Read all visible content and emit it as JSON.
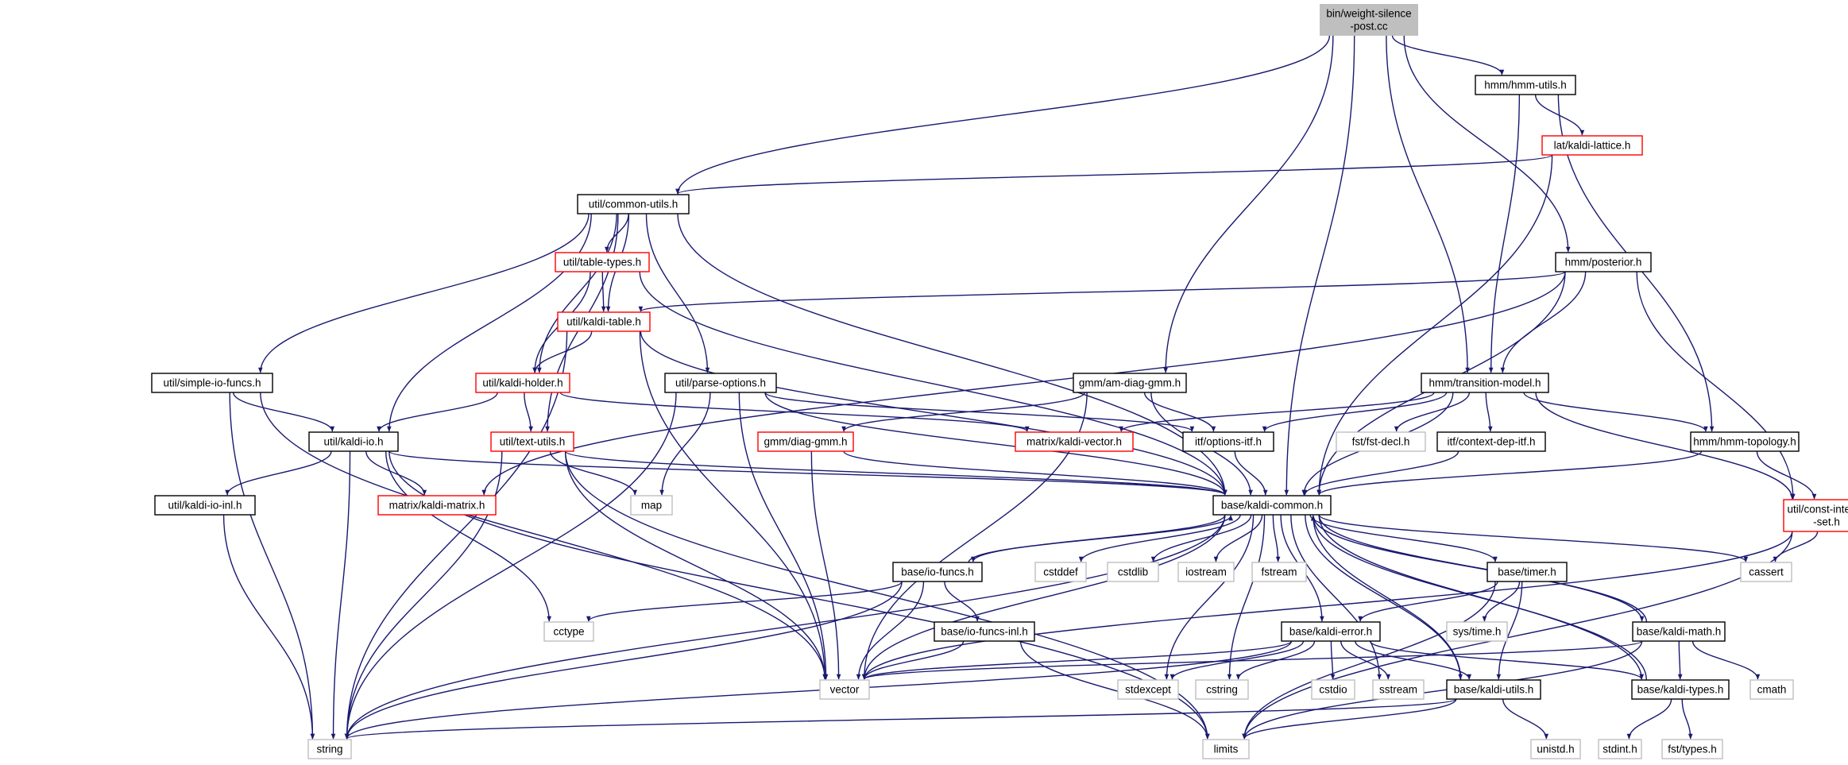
{
  "colors": {
    "edge": "#191970",
    "root_fill": "#bfbfbf",
    "normal_border": "#000000",
    "truncated_border": "#ff0000",
    "external_border": "#bfbfbf"
  },
  "nodes": {
    "n_root": {
      "label": [
        "bin/weight-silence",
        "-post.cc"
      ],
      "kind": "root"
    },
    "n_hmmutils": {
      "label": [
        "hmm/hmm-utils.h"
      ],
      "kind": "normal"
    },
    "n_latlat": {
      "label": [
        "lat/kaldi-lattice.h"
      ],
      "kind": "truncated"
    },
    "n_commonutils": {
      "label": [
        "util/common-utils.h"
      ],
      "kind": "normal"
    },
    "n_posterior": {
      "label": [
        "hmm/posterior.h"
      ],
      "kind": "normal"
    },
    "n_tabletypes": {
      "label": [
        "util/table-types.h"
      ],
      "kind": "truncated"
    },
    "n_kalditable": {
      "label": [
        "util/kaldi-table.h"
      ],
      "kind": "truncated"
    },
    "n_simpleio": {
      "label": [
        "util/simple-io-funcs.h"
      ],
      "kind": "normal"
    },
    "n_kaldiholder": {
      "label": [
        "util/kaldi-holder.h"
      ],
      "kind": "truncated"
    },
    "n_parseopts": {
      "label": [
        "util/parse-options.h"
      ],
      "kind": "normal"
    },
    "n_amdiag": {
      "label": [
        "gmm/am-diag-gmm.h"
      ],
      "kind": "normal"
    },
    "n_transmodel": {
      "label": [
        "hmm/transition-model.h"
      ],
      "kind": "normal"
    },
    "n_kaldiio": {
      "label": [
        "util/kaldi-io.h"
      ],
      "kind": "normal"
    },
    "n_textutils": {
      "label": [
        "util/text-utils.h"
      ],
      "kind": "truncated"
    },
    "n_diaggmm": {
      "label": [
        "gmm/diag-gmm.h"
      ],
      "kind": "truncated"
    },
    "n_kaldivector": {
      "label": [
        "matrix/kaldi-vector.h"
      ],
      "kind": "truncated"
    },
    "n_optionsitf": {
      "label": [
        "itf/options-itf.h"
      ],
      "kind": "normal"
    },
    "n_fstdecl": {
      "label": [
        "fst/fst-decl.h"
      ],
      "kind": "external"
    },
    "n_contextdep": {
      "label": [
        "itf/context-dep-itf.h"
      ],
      "kind": "normal"
    },
    "n_hmmtopo": {
      "label": [
        "hmm/hmm-topology.h"
      ],
      "kind": "normal"
    },
    "n_constint": {
      "label": [
        "util/const-integer",
        "-set.h"
      ],
      "kind": "truncated"
    },
    "n_kaldiioinl": {
      "label": [
        "util/kaldi-io-inl.h"
      ],
      "kind": "normal"
    },
    "n_kaldimatrix": {
      "label": [
        "matrix/kaldi-matrix.h"
      ],
      "kind": "truncated"
    },
    "n_map": {
      "label": [
        "map"
      ],
      "kind": "external"
    },
    "n_basecommon": {
      "label": [
        "base/kaldi-common.h"
      ],
      "kind": "normal"
    },
    "n_cstddef": {
      "label": [
        "cstddef"
      ],
      "kind": "external"
    },
    "n_cstdlib": {
      "label": [
        "cstdlib"
      ],
      "kind": "external"
    },
    "n_iostream": {
      "label": [
        "iostream"
      ],
      "kind": "external"
    },
    "n_fstream": {
      "label": [
        "fstream"
      ],
      "kind": "external"
    },
    "n_cassert": {
      "label": [
        "cassert"
      ],
      "kind": "external"
    },
    "n_iofuncs": {
      "label": [
        "base/io-funcs.h"
      ],
      "kind": "normal"
    },
    "n_timer": {
      "label": [
        "base/timer.h"
      ],
      "kind": "normal"
    },
    "n_cctype": {
      "label": [
        "cctype"
      ],
      "kind": "external"
    },
    "n_systime": {
      "label": [
        "sys/time.h"
      ],
      "kind": "external"
    },
    "n_iofuncsinl": {
      "label": [
        "base/io-funcs-inl.h"
      ],
      "kind": "normal"
    },
    "n_kaldierror": {
      "label": [
        "base/kaldi-error.h"
      ],
      "kind": "normal"
    },
    "n_kaldimath": {
      "label": [
        "base/kaldi-math.h"
      ],
      "kind": "normal"
    },
    "n_vector": {
      "label": [
        "vector"
      ],
      "kind": "external"
    },
    "n_stdexcept": {
      "label": [
        "stdexcept"
      ],
      "kind": "external"
    },
    "n_cstring": {
      "label": [
        "cstring"
      ],
      "kind": "external"
    },
    "n_cstdio": {
      "label": [
        "cstdio"
      ],
      "kind": "external"
    },
    "n_sstream": {
      "label": [
        "sstream"
      ],
      "kind": "external"
    },
    "n_kaldiutils": {
      "label": [
        "base/kaldi-utils.h"
      ],
      "kind": "normal"
    },
    "n_kalditypes": {
      "label": [
        "base/kaldi-types.h"
      ],
      "kind": "normal"
    },
    "n_cmath": {
      "label": [
        "cmath"
      ],
      "kind": "external"
    },
    "n_string": {
      "label": [
        "string"
      ],
      "kind": "external"
    },
    "n_limits": {
      "label": [
        "limits"
      ],
      "kind": "external"
    },
    "n_unistd": {
      "label": [
        "unistd.h"
      ],
      "kind": "external"
    },
    "n_stdint": {
      "label": [
        "stdint.h"
      ],
      "kind": "external"
    },
    "n_fsttypes": {
      "label": [
        "fst/types.h"
      ],
      "kind": "external"
    }
  },
  "edges": [
    [
      "n_root",
      "n_commonutils"
    ],
    [
      "n_root",
      "n_hmmutils"
    ],
    [
      "n_root",
      "n_posterior"
    ],
    [
      "n_root",
      "n_amdiag"
    ],
    [
      "n_root",
      "n_transmodel"
    ],
    [
      "n_root",
      "n_basecommon"
    ],
    [
      "n_hmmutils",
      "n_latlat"
    ],
    [
      "n_hmmutils",
      "n_transmodel"
    ],
    [
      "n_hmmutils",
      "n_hmmtopo"
    ],
    [
      "n_latlat",
      "n_commonutils"
    ],
    [
      "n_latlat",
      "n_basecommon"
    ],
    [
      "n_commonutils",
      "n_tabletypes"
    ],
    [
      "n_commonutils",
      "n_kalditable"
    ],
    [
      "n_commonutils",
      "n_kaldiholder"
    ],
    [
      "n_commonutils",
      "n_simpleio"
    ],
    [
      "n_commonutils",
      "n_kaldiio"
    ],
    [
      "n_commonutils",
      "n_textutils"
    ],
    [
      "n_commonutils",
      "n_parseopts"
    ],
    [
      "n_commonutils",
      "n_basecommon"
    ],
    [
      "n_posterior",
      "n_kalditable"
    ],
    [
      "n_posterior",
      "n_kaldimatrix"
    ],
    [
      "n_posterior",
      "n_transmodel"
    ],
    [
      "n_posterior",
      "n_basecommon"
    ],
    [
      "n_posterior",
      "n_constint"
    ],
    [
      "n_tabletypes",
      "n_kalditable"
    ],
    [
      "n_tabletypes",
      "n_kaldiholder"
    ],
    [
      "n_tabletypes",
      "n_basecommon"
    ],
    [
      "n_kalditable",
      "n_kaldiholder"
    ],
    [
      "n_kalditable",
      "n_string"
    ],
    [
      "n_kalditable",
      "n_vector"
    ],
    [
      "n_kalditable",
      "n_basecommon"
    ],
    [
      "n_simpleio",
      "n_kaldiio"
    ],
    [
      "n_simpleio",
      "n_string"
    ],
    [
      "n_simpleio",
      "n_vector"
    ],
    [
      "n_kaldiholder",
      "n_kaldiio"
    ],
    [
      "n_kaldiholder",
      "n_textutils"
    ],
    [
      "n_kaldiholder",
      "n_kaldivector"
    ],
    [
      "n_parseopts",
      "n_map"
    ],
    [
      "n_parseopts",
      "n_string"
    ],
    [
      "n_parseopts",
      "n_vector"
    ],
    [
      "n_parseopts",
      "n_optionsitf"
    ],
    [
      "n_parseopts",
      "n_basecommon"
    ],
    [
      "n_amdiag",
      "n_diaggmm"
    ],
    [
      "n_amdiag",
      "n_optionsitf"
    ],
    [
      "n_amdiag",
      "n_basecommon"
    ],
    [
      "n_amdiag",
      "n_vector"
    ],
    [
      "n_transmodel",
      "n_kaldivector"
    ],
    [
      "n_transmodel",
      "n_optionsitf"
    ],
    [
      "n_transmodel",
      "n_fstdecl"
    ],
    [
      "n_transmodel",
      "n_contextdep"
    ],
    [
      "n_transmodel",
      "n_hmmtopo"
    ],
    [
      "n_transmodel",
      "n_basecommon"
    ],
    [
      "n_transmodel",
      "n_constint"
    ],
    [
      "n_kaldiio",
      "n_kaldiioinl"
    ],
    [
      "n_kaldiio",
      "n_kaldimatrix"
    ],
    [
      "n_kaldiio",
      "n_cctype"
    ],
    [
      "n_kaldiio",
      "n_string"
    ],
    [
      "n_kaldiio",
      "n_limits"
    ],
    [
      "n_kaldiio",
      "n_basecommon"
    ],
    [
      "n_textutils",
      "n_map"
    ],
    [
      "n_textutils",
      "n_string"
    ],
    [
      "n_textutils",
      "n_vector"
    ],
    [
      "n_textutils",
      "n_limits"
    ],
    [
      "n_textutils",
      "n_basecommon"
    ],
    [
      "n_diaggmm",
      "n_vector"
    ],
    [
      "n_diaggmm",
      "n_basecommon"
    ],
    [
      "n_optionsitf",
      "n_basecommon"
    ],
    [
      "n_contextdep",
      "n_basecommon"
    ],
    [
      "n_hmmtopo",
      "n_basecommon"
    ],
    [
      "n_hmmtopo",
      "n_constint"
    ],
    [
      "n_constint",
      "n_vector"
    ],
    [
      "n_constint",
      "n_cassert"
    ],
    [
      "n_constint",
      "n_limits"
    ],
    [
      "n_kaldiioinl",
      "n_string"
    ],
    [
      "n_basecommon",
      "n_cstddef"
    ],
    [
      "n_basecommon",
      "n_cstdlib"
    ],
    [
      "n_basecommon",
      "n_iostream"
    ],
    [
      "n_basecommon",
      "n_fstream"
    ],
    [
      "n_basecommon",
      "n_cassert"
    ],
    [
      "n_basecommon",
      "n_iofuncs"
    ],
    [
      "n_basecommon",
      "n_timer"
    ],
    [
      "n_basecommon",
      "n_kaldierror"
    ],
    [
      "n_basecommon",
      "n_kaldimath"
    ],
    [
      "n_basecommon",
      "n_kaldiutils"
    ],
    [
      "n_basecommon",
      "n_kalditypes"
    ],
    [
      "n_basecommon",
      "n_string"
    ],
    [
      "n_basecommon",
      "n_vector"
    ],
    [
      "n_basecommon",
      "n_stdexcept"
    ],
    [
      "n_basecommon",
      "n_cstring"
    ],
    [
      "n_basecommon",
      "n_sstream"
    ],
    [
      "n_iofuncs",
      "n_basecommon"
    ],
    [
      "n_iofuncs",
      "n_iofuncsinl"
    ],
    [
      "n_iofuncs",
      "n_cctype"
    ],
    [
      "n_iofuncs",
      "n_vector"
    ],
    [
      "n_iofuncs",
      "n_string"
    ],
    [
      "n_iofuncsinl",
      "n_vector"
    ],
    [
      "n_iofuncsinl",
      "n_limits"
    ],
    [
      "n_timer",
      "n_systime"
    ],
    [
      "n_timer",
      "n_kaldierror"
    ],
    [
      "n_timer",
      "n_kaldiutils"
    ],
    [
      "n_timer",
      "n_limits"
    ],
    [
      "n_kaldierror",
      "n_vector"
    ],
    [
      "n_kaldierror",
      "n_stdexcept"
    ],
    [
      "n_kaldierror",
      "n_cstring"
    ],
    [
      "n_kaldierror",
      "n_cstdio"
    ],
    [
      "n_kaldierror",
      "n_sstream"
    ],
    [
      "n_kaldierror",
      "n_kaldiutils"
    ],
    [
      "n_kaldierror",
      "n_kalditypes"
    ],
    [
      "n_kaldierror",
      "n_string"
    ],
    [
      "n_kaldimath",
      "n_basecommon"
    ],
    [
      "n_kaldimath",
      "n_kalditypes"
    ],
    [
      "n_kaldimath",
      "n_cmath"
    ],
    [
      "n_kaldimath",
      "n_vector"
    ],
    [
      "n_kaldimath",
      "n_limits"
    ],
    [
      "n_kaldiutils",
      "n_basecommon"
    ],
    [
      "n_kaldiutils",
      "n_string"
    ],
    [
      "n_kaldiutils",
      "n_limits"
    ],
    [
      "n_kaldiutils",
      "n_unistd"
    ],
    [
      "n_kalditypes",
      "n_basecommon"
    ],
    [
      "n_kalditypes",
      "n_stdint"
    ],
    [
      "n_kalditypes",
      "n_fsttypes"
    ]
  ]
}
